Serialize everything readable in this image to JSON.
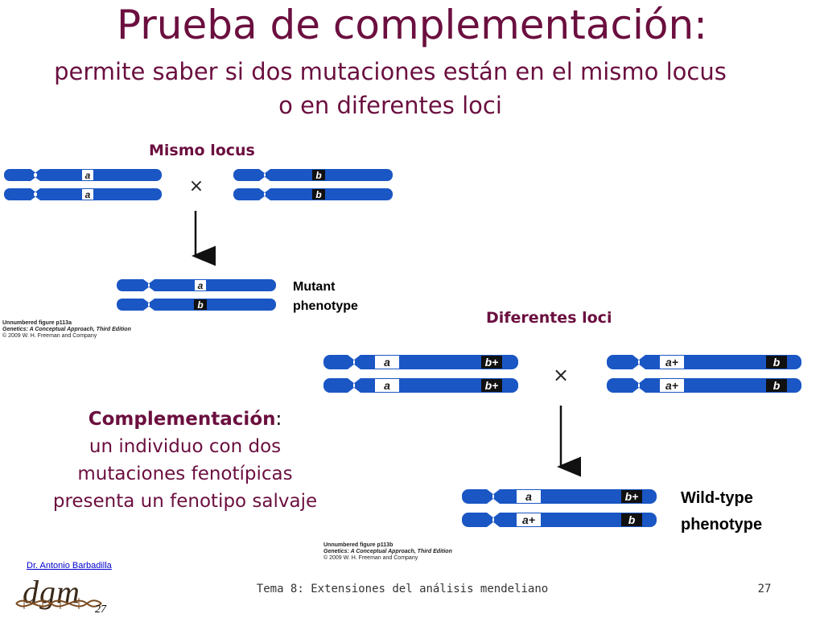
{
  "title": "Prueba de complementación:",
  "subtitle": "permite saber si dos mutaciones están en el mismo locus o en diferentes loci",
  "section_same": {
    "label": "Mismo locus",
    "cross_symbol": "×",
    "parent1": [
      "a",
      "a"
    ],
    "parent2": [
      "b",
      "b"
    ],
    "offspring": [
      "a",
      "b"
    ],
    "phenotype_line1": "Mutant",
    "phenotype_line2": "phenotype",
    "credit1": "Unnumbered figure p113a",
    "credit2": "Genetics: A Conceptual Approach, Third Edition",
    "credit3": "© 2009 W. H. Freeman and Company"
  },
  "section_diff": {
    "label": "Diferentes loci",
    "cross_symbol": "×",
    "parent1_left": [
      "a",
      "a"
    ],
    "parent1_right": [
      "b+",
      "b+"
    ],
    "parent2_left": [
      "a+",
      "a+"
    ],
    "parent2_right": [
      "b",
      "b"
    ],
    "offspring_left": [
      "a",
      "a+"
    ],
    "offspring_right": [
      "b+",
      "b"
    ],
    "phenotype_line1": "Wild-type",
    "phenotype_line2": "phenotype",
    "credit1": "Unnumbered figure p113b",
    "credit2": "Genetics: A Conceptual Approach, Third Edition",
    "credit3": "© 2009 W. H. Freeman and Company"
  },
  "complementation": {
    "head": "Complementación",
    "colon": ":",
    "line1": "un individuo con dos",
    "line2": "mutaciones fenotípicas",
    "line3": "presenta un fenotipo salvaje"
  },
  "footer": {
    "text": "Tema 8: Extensiones del análisis mendeliano",
    "page": "27",
    "author": "Dr. Antonio Barbadilla",
    "logo": "dgm",
    "logo_num": "27"
  },
  "colors": {
    "chromosome": "#1a56c4",
    "title": "#6b0f3f"
  }
}
